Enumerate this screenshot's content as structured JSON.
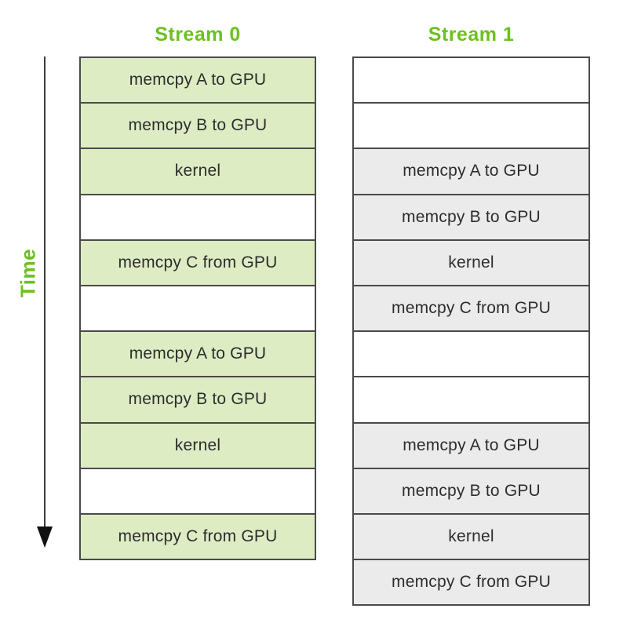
{
  "colors": {
    "nvidia_green": "#6cc11e",
    "green_fill": "#deecc4",
    "gray_fill": "#ebebeb",
    "border": "#4a4a4a",
    "label_text": "#2d2d2d",
    "arrow": "#3d3d3d"
  },
  "time_axis": {
    "label": "Time",
    "direction": "down"
  },
  "streams": [
    {
      "title": "Stream 0",
      "fill_style": "green",
      "rows": [
        {
          "label": "memcpy A to GPU",
          "filled": true
        },
        {
          "label": "memcpy B to GPU",
          "filled": true
        },
        {
          "label": "kernel",
          "filled": true
        },
        {
          "label": "",
          "filled": false
        },
        {
          "label": "memcpy C from GPU",
          "filled": true
        },
        {
          "label": "",
          "filled": false
        },
        {
          "label": "memcpy A to GPU",
          "filled": true
        },
        {
          "label": "memcpy B to GPU",
          "filled": true
        },
        {
          "label": "kernel",
          "filled": true
        },
        {
          "label": "",
          "filled": false
        },
        {
          "label": "memcpy C from GPU",
          "filled": true
        }
      ]
    },
    {
      "title": "Stream 1",
      "fill_style": "gray",
      "rows": [
        {
          "label": "",
          "filled": false
        },
        {
          "label": "",
          "filled": false
        },
        {
          "label": "memcpy A to GPU",
          "filled": true
        },
        {
          "label": "memcpy B to GPU",
          "filled": true
        },
        {
          "label": "kernel",
          "filled": true
        },
        {
          "label": "memcpy C from GPU",
          "filled": true
        },
        {
          "label": "",
          "filled": false
        },
        {
          "label": "",
          "filled": false
        },
        {
          "label": "memcpy A to GPU",
          "filled": true
        },
        {
          "label": "memcpy B to GPU",
          "filled": true
        },
        {
          "label": "kernel",
          "filled": true
        },
        {
          "label": "memcpy C from GPU",
          "filled": true
        }
      ]
    }
  ]
}
